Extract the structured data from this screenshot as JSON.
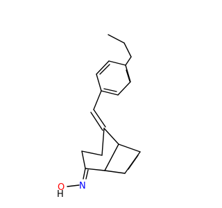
{
  "molecule": {
    "atoms": [
      {
        "id": "O",
        "symbol": "O",
        "color": "#ff0000"
      },
      {
        "id": "H",
        "symbol": "H",
        "color": "#000000"
      },
      {
        "id": "N",
        "symbol": "N",
        "color": "#0000ff"
      }
    ],
    "colors": {
      "bond": "#000000",
      "oxygen": "#ff0000",
      "nitrogen": "#0000ff",
      "background": "#ffffff"
    }
  }
}
